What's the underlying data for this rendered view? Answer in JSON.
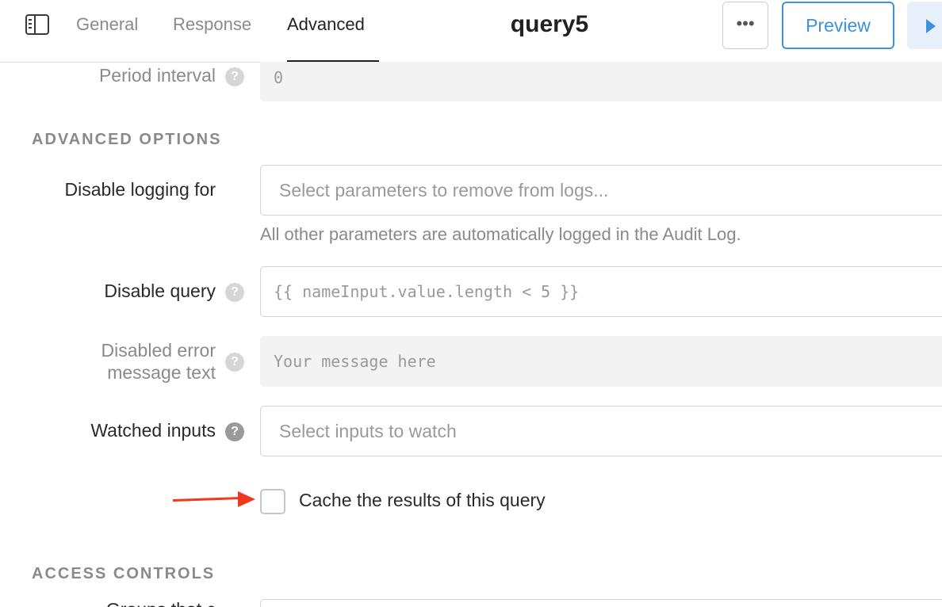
{
  "header": {
    "tabs": [
      {
        "label": "General",
        "active": false
      },
      {
        "label": "Response",
        "active": false
      },
      {
        "label": "Advanced",
        "active": true
      }
    ],
    "query_name": "query5",
    "more_label": "•••",
    "preview_label": "Preview"
  },
  "period_interval": {
    "label": "Period interval",
    "value": "0"
  },
  "advanced_options": {
    "section_title": "ADVANCED OPTIONS",
    "disable_logging": {
      "label": "Disable logging for",
      "placeholder": "Select parameters to remove from logs...",
      "hint": "All other parameters are automatically logged in the Audit Log."
    },
    "disable_query": {
      "label": "Disable query",
      "placeholder": "{{ nameInput.value.length < 5 }}"
    },
    "disabled_error": {
      "label_line1": "Disabled error",
      "label_line2": "message text",
      "placeholder": "Your message here"
    },
    "watched_inputs": {
      "label": "Watched inputs",
      "placeholder": "Select inputs to watch"
    },
    "cache_results": {
      "label": "Cache the results of this query",
      "checked": false
    }
  },
  "access_controls": {
    "section_title": "ACCESS CONTROLS",
    "partial_label": "Groups that c"
  },
  "colors": {
    "accent": "#3c92dc",
    "arrow": "#f0381e"
  },
  "help_glyph": "?"
}
